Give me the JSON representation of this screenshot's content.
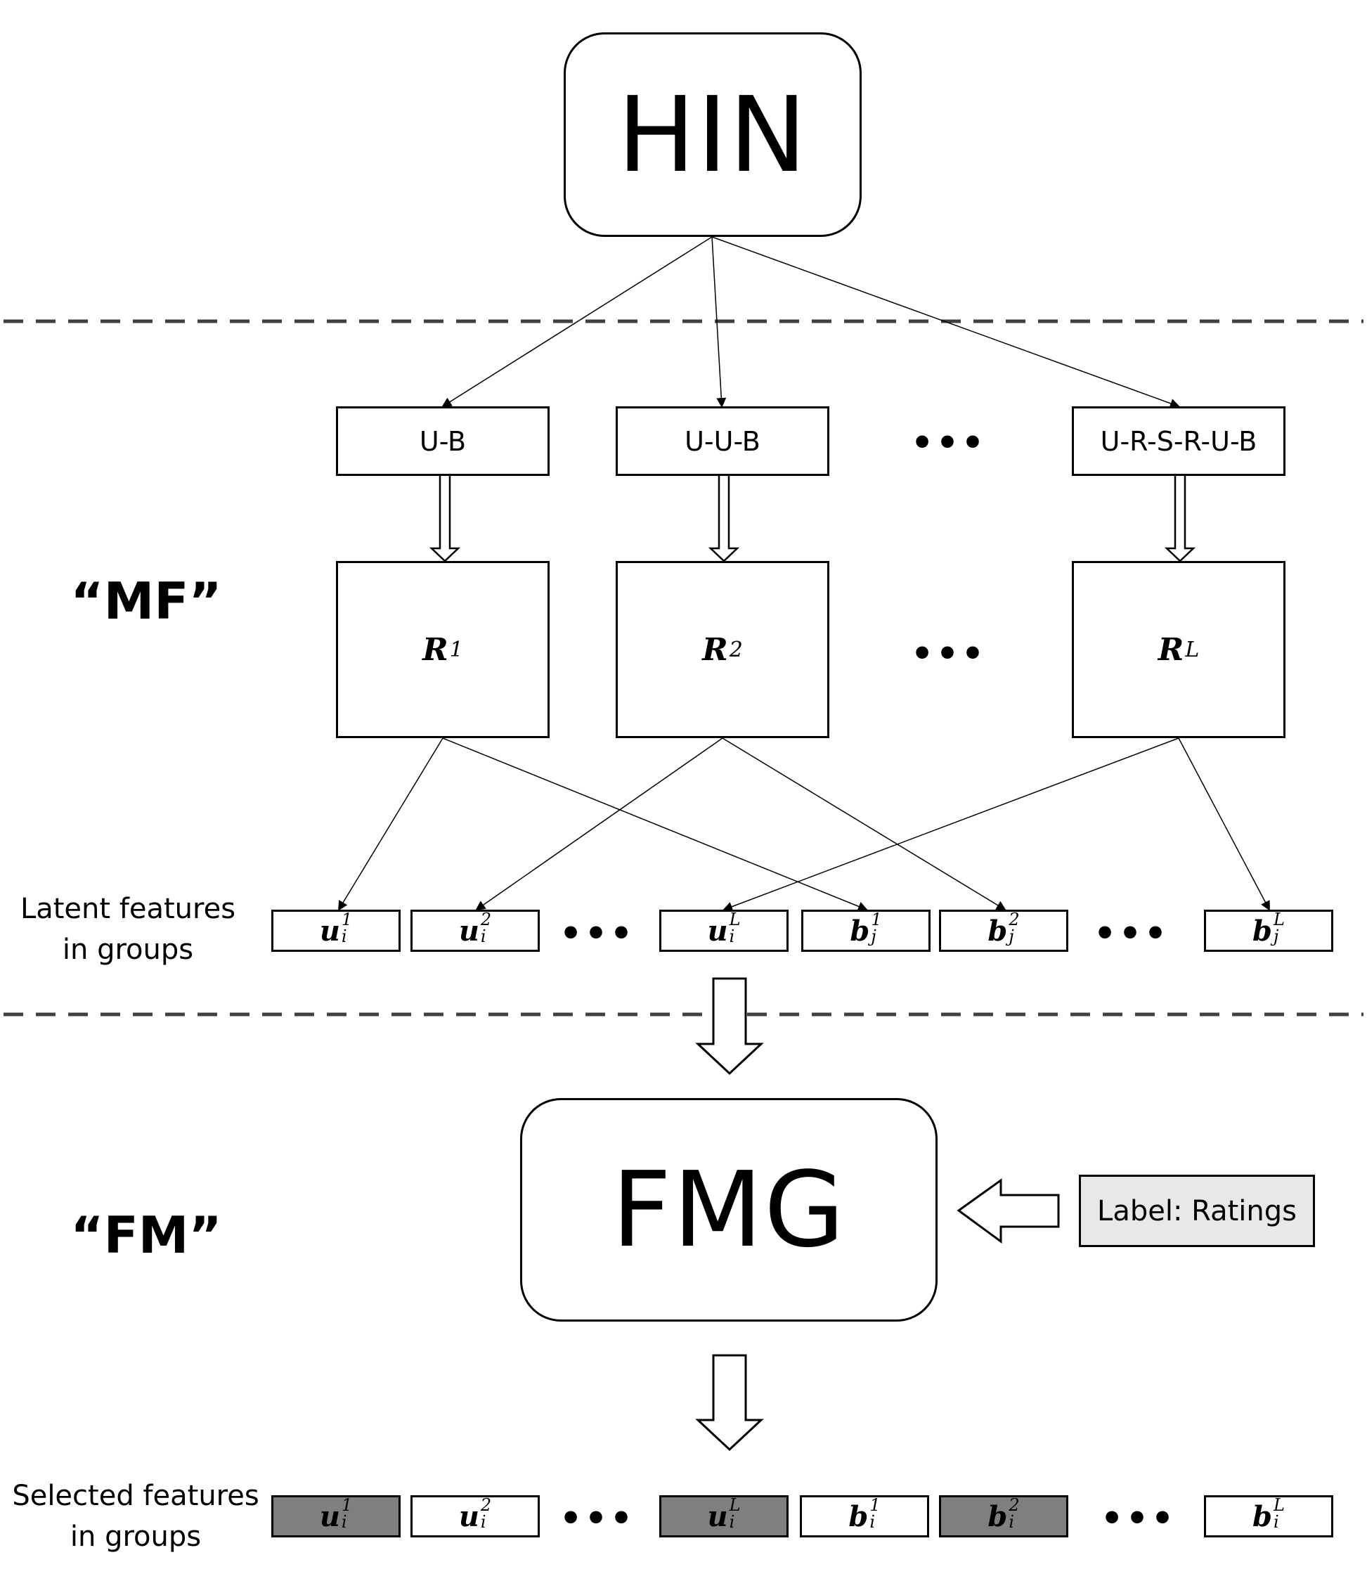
{
  "hin": {
    "label": "HIN"
  },
  "fmg": {
    "label": "FMG"
  },
  "sections": {
    "mf": "“MF”",
    "fm": "“FM”"
  },
  "meta_paths": [
    "U-B",
    "U-U-B",
    "U-R-S-R-U-B"
  ],
  "matrices": [
    {
      "symbol": "R",
      "sup": "1"
    },
    {
      "symbol": "R",
      "sup": "2"
    },
    {
      "symbol": "R",
      "sup": "L"
    }
  ],
  "ellipsis": "•••",
  "latent_label": {
    "line1": "Latent features",
    "line2": "in groups"
  },
  "selected_label": {
    "line1": "Selected features",
    "line2": "in groups"
  },
  "label_box": "Label: Ratings",
  "latent_features": [
    {
      "base": "u",
      "sup": "1",
      "sub": "i"
    },
    {
      "base": "u",
      "sup": "2",
      "sub": "i"
    },
    {
      "base": "u",
      "sup": "L",
      "sub": "i"
    },
    {
      "base": "b",
      "sup": "1",
      "sub": "j"
    },
    {
      "base": "b",
      "sup": "2",
      "sub": "j"
    },
    {
      "base": "b",
      "sup": "L",
      "sub": "j"
    }
  ],
  "selected_features": [
    {
      "base": "u",
      "sup": "1",
      "sub": "i",
      "selected": true
    },
    {
      "base": "u",
      "sup": "2",
      "sub": "i",
      "selected": false
    },
    {
      "base": "u",
      "sup": "L",
      "sub": "i",
      "selected": true
    },
    {
      "base": "b",
      "sup": "1",
      "sub": "i",
      "selected": false
    },
    {
      "base": "b",
      "sup": "2",
      "sub": "i",
      "selected": true
    },
    {
      "base": "b",
      "sup": "L",
      "sub": "i",
      "selected": false
    }
  ],
  "colors": {
    "selected_fill": "#7f7f7f",
    "label_fill": "#e8e8e8",
    "dashed_line": "#404040"
  }
}
